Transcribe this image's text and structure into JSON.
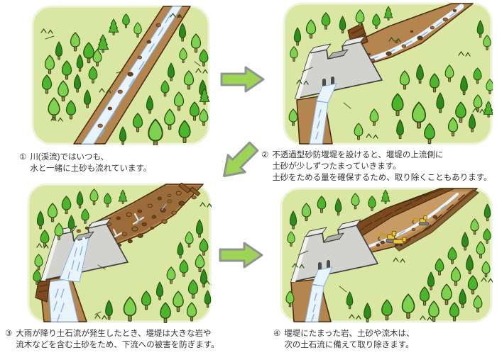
{
  "steps": [
    {
      "number": "①",
      "lines": [
        "川(渓流)ではいつも、",
        "水と一緒に土砂も流れています。"
      ]
    },
    {
      "number": "②",
      "lines": [
        "不透過型砂防堰堤を設けると、堰堤の上流側に",
        "土砂が少しずつたまっていきます。",
        "土砂をためる量を確保するため、取り除くこともあります。"
      ]
    },
    {
      "number": "③",
      "lines": [
        "大雨が降り土石流が発生したとき、堰堤は大きな岩や",
        "流木などを含む土砂をため、下流への被害を防ぎます。"
      ]
    },
    {
      "number": "④",
      "lines": [
        "堰堤にたまった岩、土砂や流木は、",
        "次の土石流に備えて取り除きます。"
      ]
    }
  ],
  "scenes": [
    {
      "name": "mountain-stream-carrying-sediment"
    },
    {
      "name": "impermeable-sabo-dam-built-sediment-accumulating"
    },
    {
      "name": "debris-flow-caught-by-sabo-dam"
    },
    {
      "name": "excavators-removing-trapped-sediment"
    }
  ],
  "arrows": [
    {
      "name": "arrow-right-step1-to-step2",
      "direction": "right"
    },
    {
      "name": "arrow-down-left-step2-to-step3",
      "direction": "down-left"
    },
    {
      "name": "arrow-right-step3-to-step4",
      "direction": "right"
    }
  ],
  "colors": {
    "text": "#333333",
    "panel_bg": "#d9e7a2",
    "panel_edge": "#eef4da",
    "outline": "#2a5212",
    "sketch": "#4a5a30",
    "tree_light": "#7fd24f",
    "tree_mid": "#4db52c",
    "tree_dark": "#2e8c1a",
    "trunk": "#a87c4f",
    "earth": "#b5854f",
    "bed": "#c79b63",
    "earth_outline": "#4a2d12",
    "cliff": "#7c4a1f",
    "cliff_stripe": "#5a3312",
    "water": "#e9f3fb",
    "water_line": "#85b4e2",
    "dam_face": "#d2d2cf",
    "dam_side": "#b0b0ad",
    "dam_top": "#e9e9e6",
    "dam_outline": "#41413e",
    "dam_highlight": "#f2f2ef",
    "hole": "#4c4c48",
    "rock": "#9c6b3a",
    "rock_dark": "#6e441d",
    "driftwood": "#ece9da",
    "log": "#8a5626",
    "machine": "#ecc53b",
    "machine_dark": "#6b5510",
    "machine_arm": "#c79a1e",
    "track": "#7e7e78",
    "arrow_fill": "#9dd456",
    "arrow_stroke": "#8f9490"
  }
}
